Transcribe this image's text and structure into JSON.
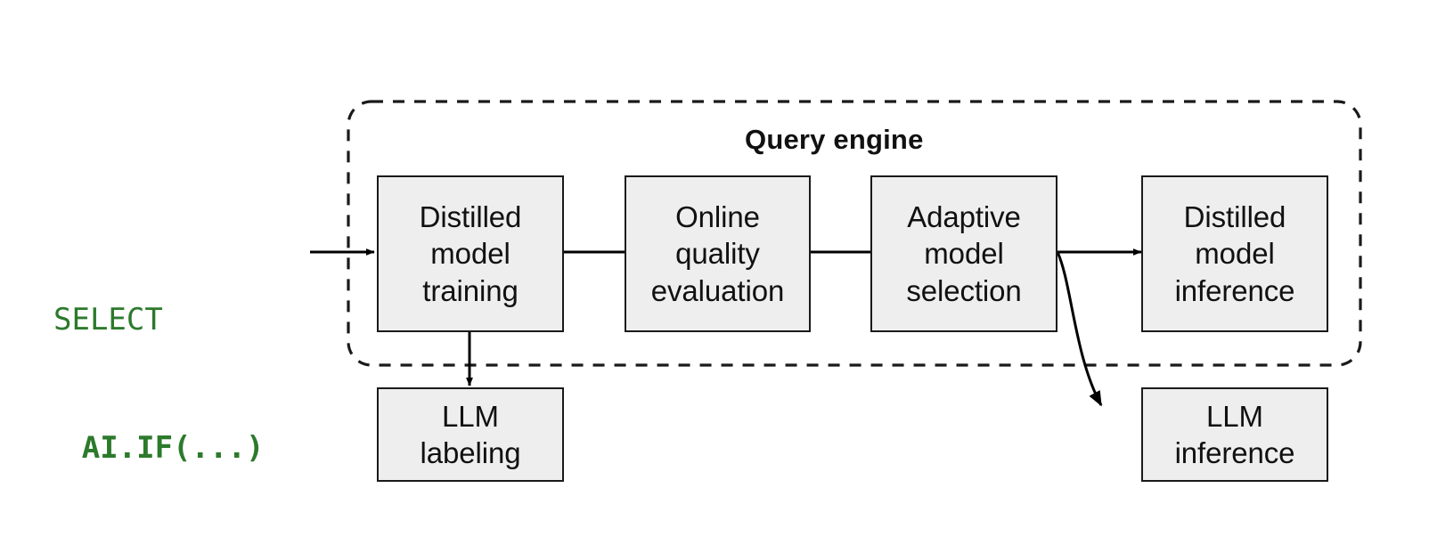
{
  "diagram": {
    "title": "Query engine",
    "type": "flow",
    "input_query": {
      "line1": "SELECT",
      "line2": "AI.IF(...)",
      "color": "#2c7a2c"
    },
    "group": {
      "label": "Query engine",
      "border_style": "dashed",
      "border_color": "#1a1a1a"
    },
    "nodes": [
      {
        "id": "distilled-model-training",
        "label": "Distilled\nmodel\ntraining",
        "inside_group": true
      },
      {
        "id": "online-quality-evaluation",
        "label": "Online\nquality\nevaluation",
        "inside_group": true
      },
      {
        "id": "adaptive-model-selection",
        "label": "Adaptive\nmodel\nselection",
        "inside_group": true
      },
      {
        "id": "distilled-model-inference",
        "label": "Distilled\nmodel\ninference",
        "inside_group": true
      },
      {
        "id": "llm-labeling",
        "label": "LLM\nlabeling",
        "inside_group": false
      },
      {
        "id": "llm-inference",
        "label": "LLM\ninference",
        "inside_group": false
      }
    ],
    "edges": [
      {
        "from": "input_query",
        "to": "distilled-model-training",
        "style": "straight"
      },
      {
        "from": "distilled-model-training",
        "to": "online-quality-evaluation",
        "style": "straight"
      },
      {
        "from": "online-quality-evaluation",
        "to": "adaptive-model-selection",
        "style": "straight"
      },
      {
        "from": "adaptive-model-selection",
        "to": "distilled-model-inference",
        "style": "straight"
      },
      {
        "from": "distilled-model-training",
        "to": "llm-labeling",
        "style": "straight-down"
      },
      {
        "from": "adaptive-model-selection",
        "to": "llm-inference",
        "style": "curved"
      }
    ],
    "colors": {
      "node_fill": "#eeeeee",
      "node_border": "#1a1a1a",
      "arrow": "#000000",
      "text": "#111111"
    }
  }
}
